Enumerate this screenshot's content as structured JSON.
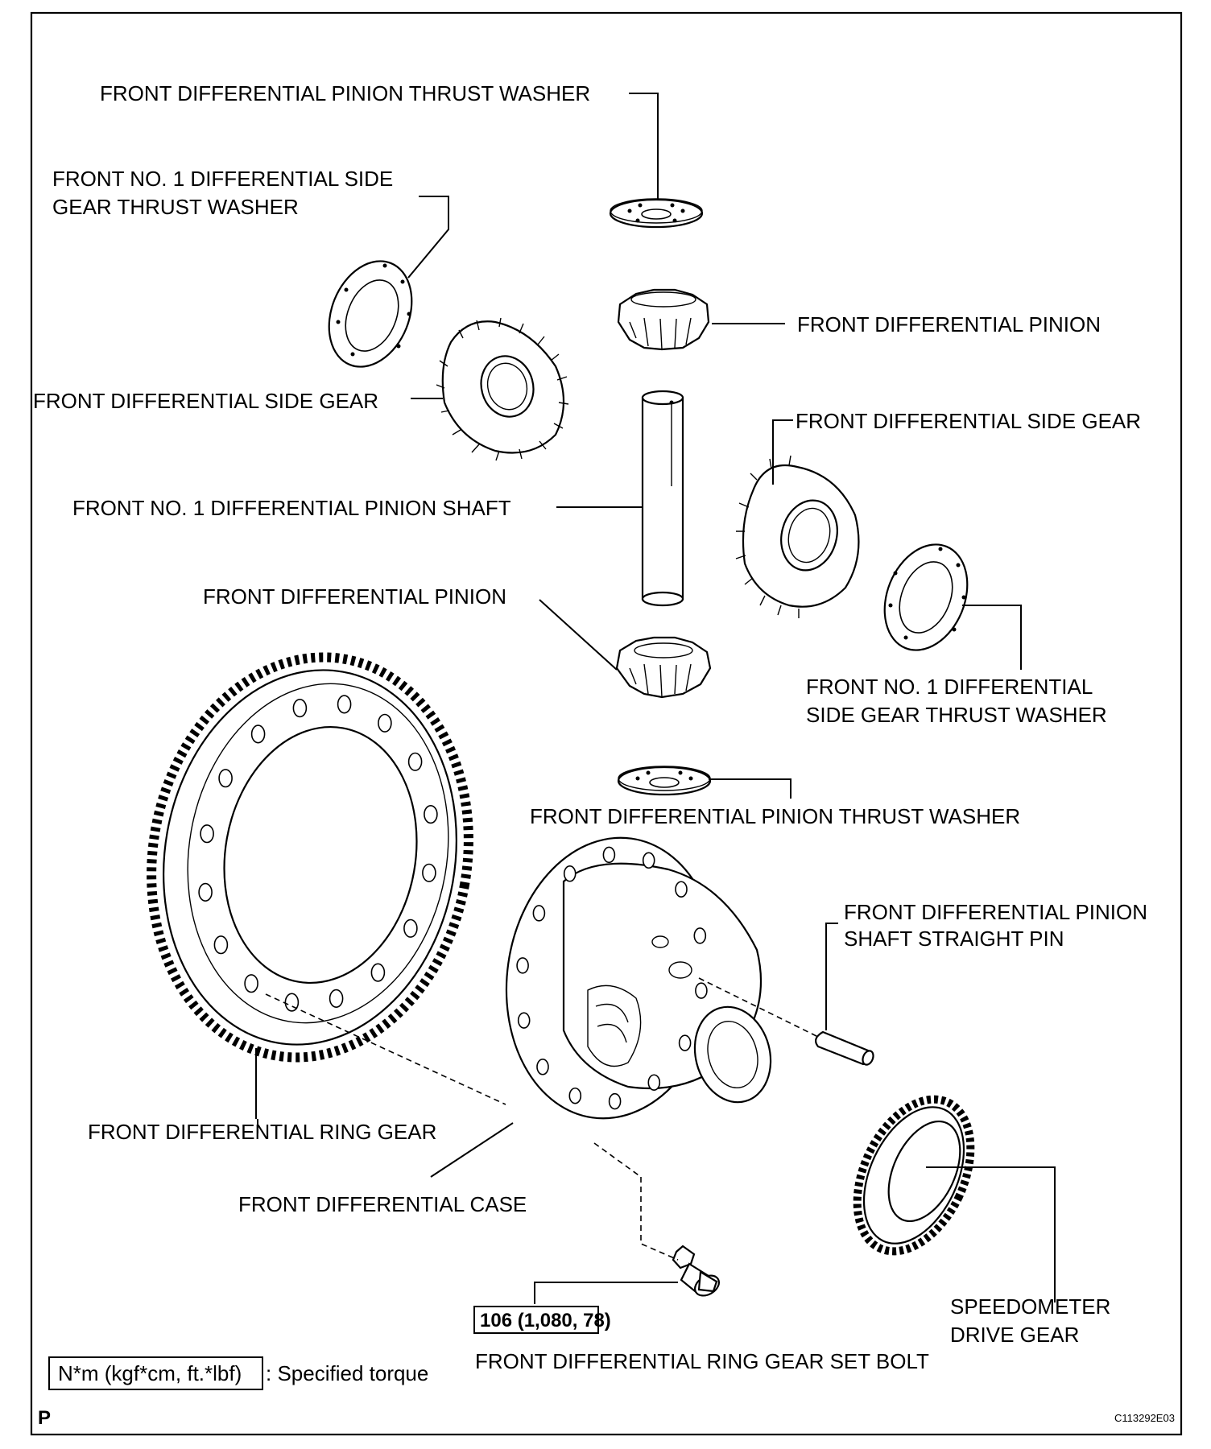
{
  "labels": {
    "pinion_thrust_washer_top": "FRONT DIFFERENTIAL PINION THRUST WASHER",
    "side_gear_thrust_washer_left_1": "FRONT NO. 1 DIFFERENTIAL SIDE",
    "side_gear_thrust_washer_left_2": "GEAR THRUST WASHER",
    "pinion_top": "FRONT DIFFERENTIAL PINION",
    "side_gear_left": "FRONT DIFFERENTIAL SIDE GEAR",
    "side_gear_right": "FRONT DIFFERENTIAL SIDE GEAR",
    "pinion_shaft": "FRONT NO. 1 DIFFERENTIAL PINION SHAFT",
    "pinion_bottom": "FRONT DIFFERENTIAL PINION",
    "side_gear_thrust_washer_right_1": "FRONT NO. 1 DIFFERENTIAL",
    "side_gear_thrust_washer_right_2": "SIDE GEAR THRUST WASHER",
    "pinion_thrust_washer_bottom": "FRONT DIFFERENTIAL PINION THRUST WASHER",
    "straight_pin_1": "FRONT DIFFERENTIAL PINION",
    "straight_pin_2": "SHAFT STRAIGHT PIN",
    "ring_gear": "FRONT DIFFERENTIAL RING GEAR",
    "case": "FRONT DIFFERENTIAL CASE",
    "speedometer_1": "SPEEDOMETER",
    "speedometer_2": "DRIVE GEAR",
    "ring_gear_bolt": "FRONT DIFFERENTIAL RING GEAR SET BOLT"
  },
  "torque": {
    "value": "106 (1,080, 78)"
  },
  "legend": {
    "unit_box": "N*m (kgf*cm, ft.*lbf)",
    "description": ": Specified torque"
  },
  "footer": {
    "page_mark": "P",
    "figure_code": "C113292E03"
  }
}
